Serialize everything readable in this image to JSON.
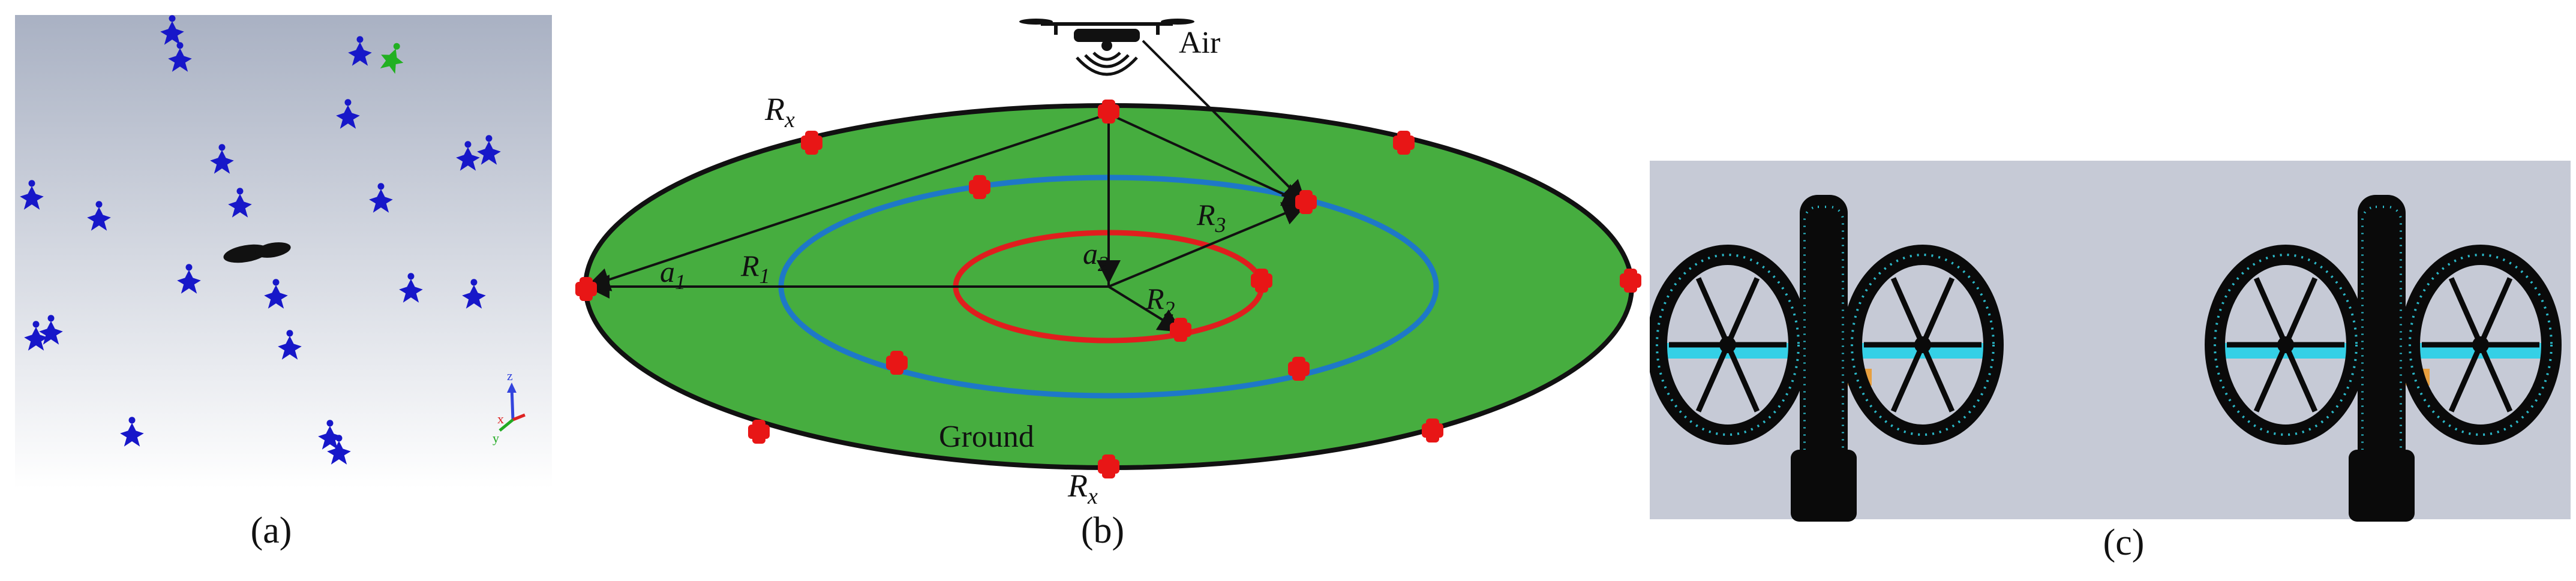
{
  "captions": {
    "a": "(a)",
    "b": "(b)",
    "c": "(c)"
  },
  "panel_a": {
    "colors": {
      "background_top": "#a9b1c3",
      "background_bottom": "#ffffff",
      "drone": "#1717c9",
      "highlight_drone": "#22b022",
      "target": "#111111"
    },
    "axes": {
      "x": "x",
      "y": "y",
      "z": "z"
    }
  },
  "panel_b": {
    "labels": {
      "air": "Air",
      "ground": "Ground",
      "rx_top_base": "R",
      "rx_top_sub": "x",
      "rx_bottom_base": "R",
      "rx_bottom_sub": "x",
      "a1_base": "a",
      "a1_sub": "1",
      "a2_base": "a",
      "a2_sub": "2",
      "r1_base": "R",
      "r1_sub": "1",
      "r2_base": "R",
      "r2_sub": "2",
      "r3_base": "R",
      "r3_sub": "3"
    },
    "colors": {
      "ground": "#46ad3f",
      "outer_ring": "#111111",
      "middle_ring": "#1e78c8",
      "inner_ring": "#e01e1e",
      "receiver": "#e81616",
      "arrow": "#111111"
    }
  },
  "panel_c": {
    "colors": {
      "background": "#c6cad6",
      "mesh": "#2ab8c8",
      "body": "#0a0a0a",
      "rod": "#34d0e6",
      "accent": "#e8a040"
    }
  }
}
